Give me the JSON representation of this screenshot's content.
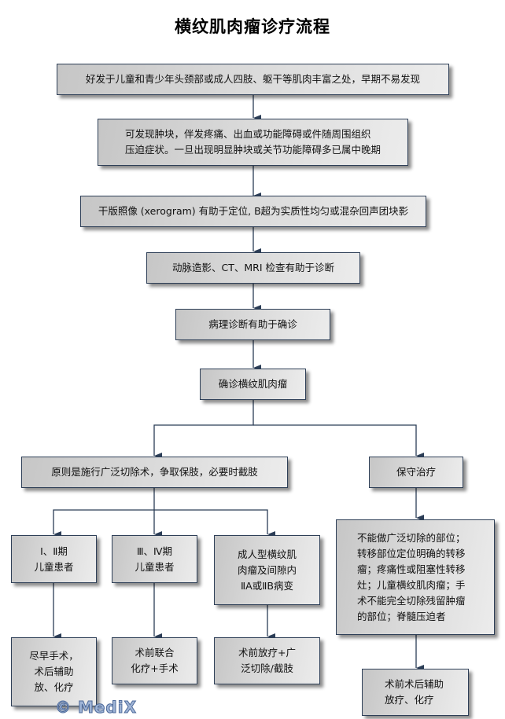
{
  "title": "横纹肌肉瘤诊疗流程",
  "colors": {
    "connector": "#2b3d56",
    "box_border": "#2e3f57",
    "box_fill_start": "#c6c6c6",
    "box_fill_end": "#ececec"
  },
  "nodes": {
    "onset": "好发于儿童和青少年头颈部或成人四肢、躯干等肌肉丰富之处，早期不易发现",
    "symptoms": "可发现肿块，伴发疼痛、出血或功能障碍或件随周围组织\n压迫症状。一旦出现明显肿块或关节功能障碍多已属中晚期",
    "xerogram": "干版照像 (xerogram) 有助于定位, B超为实质性均匀或混杂回声团块影",
    "imaging": "动脉造影、CT、MRI 检查有助于诊断",
    "pathology": "病理诊断有助于确诊",
    "diagnosis": "确诊横纹肌肉瘤",
    "surgery_principle": "原则是施行广泛切除术，争取保肢，必要时截肢",
    "conservative": "保守治疗",
    "stage_1_2": "Ⅰ、Ⅱ期\n儿童患者",
    "stage_3_4": "Ⅲ、Ⅳ期\n儿童患者",
    "adult_type": "成人型横纹肌\n肉瘤及间隙内\nⅡA或ⅡB病变",
    "conservative_indications": "不能做广泛切除的部位；\n转移部位定位明确的转移\n瘤；疼痛性或阻塞性转移\n灶；儿童横纹肌肉瘤；手\n术不能完全切除残留肿瘤\n的部位；脊髓压迫者",
    "early_surgery": "尽早手术，\n术后辅助\n放、化疗",
    "neoadjuvant_chemo": "术前联合\n化疗+手术",
    "preop_radiation": "术前放疗+广\n泛切除/截肢",
    "adjuvant_therapy": "术前术后辅助\n放疗、化疗"
  },
  "watermark": "© MediX"
}
